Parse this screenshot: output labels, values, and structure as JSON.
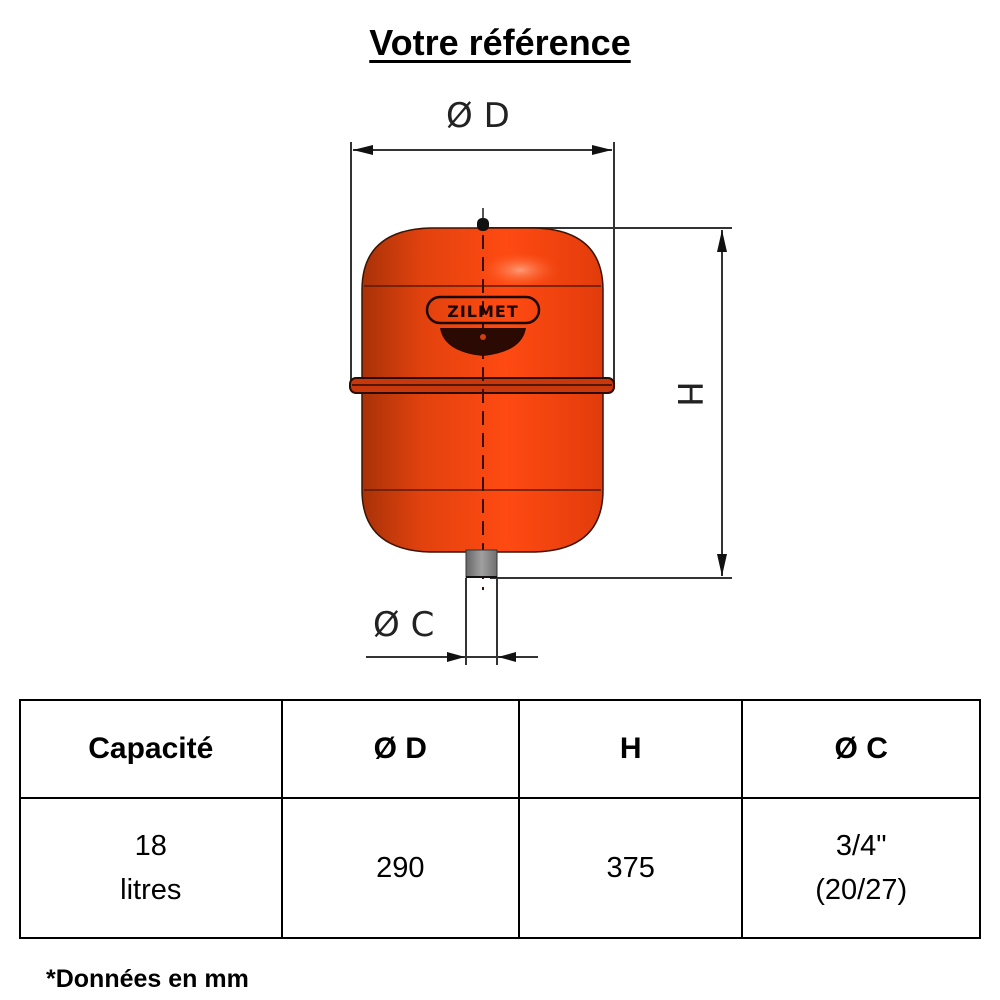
{
  "title": "Votre référence",
  "diagram": {
    "brand_logo": "ZILMET",
    "labels": {
      "diameter_d": "Ø D",
      "height_h": "H",
      "diameter_c": "Ø C"
    },
    "colors": {
      "tank": "#f0400f",
      "tank_shadow": "#b83008",
      "fitting": "#8a8a8a",
      "dimension_lines": "#333333"
    }
  },
  "table": {
    "headers": [
      "Capacité",
      "Ø D",
      "H",
      "Ø C"
    ],
    "rows": [
      {
        "capacity_line1": "18",
        "capacity_line2": "litres",
        "diameter_d": "290",
        "height_h": "375",
        "diameter_c_line1": "3/4\"",
        "diameter_c_line2": "(20/27)"
      }
    ]
  },
  "note": "*Données en mm"
}
